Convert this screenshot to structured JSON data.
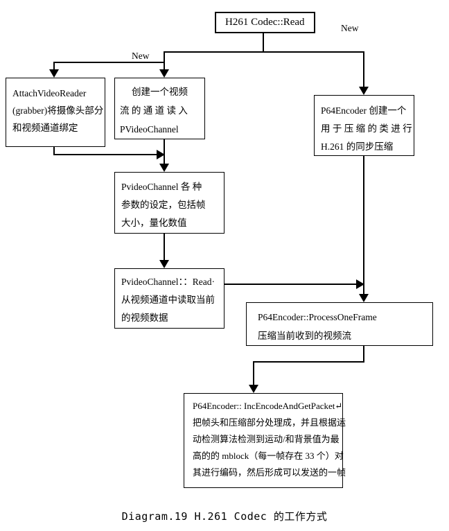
{
  "diagram": {
    "title_box": {
      "label": "H261 Codec::Read"
    },
    "labels": {
      "new_right": "New",
      "new_left": "New"
    },
    "boxes": {
      "attach": {
        "lines": [
          "AttachVideoReader",
          "(grabber)将摄像头部分",
          "和视频通道绑定"
        ]
      },
      "create": {
        "lines": [
          "创建一个视频",
          "流 的 通 道 读 入",
          "PVideoChannel"
        ]
      },
      "p64create": {
        "lines": [
          "P64Encoder 创建一个",
          "用 于 压 缩 的 类 进 行",
          "H.261 的同步压缩"
        ]
      },
      "params": {
        "lines": [
          "PvideoChannel 各 种",
          "参数的设定，包括帧",
          "大小，量化数值"
        ]
      },
      "read": {
        "lines": [
          "PvideoChannel：：Read·",
          "从视频通道中读取当前",
          "的视频数据"
        ]
      },
      "process": {
        "lines": [
          "P64Encoder::ProcessOneFrame",
          "压缩当前收到的视频流"
        ]
      },
      "encode": {
        "lines": [
          "P64Encoder:: IncEncodeAndGetPacket↵",
          "把帧头和压缩部分处理成，并且根据运",
          "动检测算法检测到运动/和背景值为最",
          "高的的 mblock（每一帧存在 33 个）对",
          "其进行编码，然后形成可以发送的一帧"
        ]
      }
    },
    "caption": "Diagram.19 H.261 Codec 的工作方式",
    "colors": {
      "line": "#000000",
      "box_border": "#000000",
      "background": "#ffffff"
    }
  }
}
